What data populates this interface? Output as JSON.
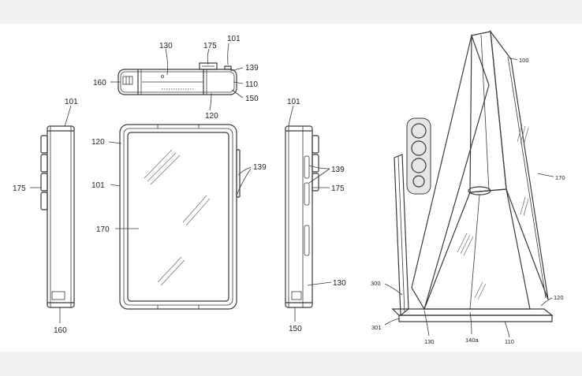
{
  "colors": {
    "band": "#f1f1f1",
    "line": "#3a3a3a",
    "background": "#ffffff"
  },
  "labels": {
    "top_130": "130",
    "top_175": "175",
    "top_101": "101",
    "top_139": "139",
    "top_160": "160",
    "top_110": "110",
    "top_150": "150",
    "top_120": "120",
    "left_101": "101",
    "left_175": "175",
    "left_160": "160",
    "front_120": "120",
    "front_101": "101",
    "front_170": "170",
    "front_139": "139",
    "right_101": "101",
    "right_139": "139",
    "right_175": "175",
    "right_130": "130",
    "right_150": "150",
    "persp_100": "100",
    "persp_170": "170",
    "persp_300": "300",
    "persp_120": "120",
    "persp_301": "301",
    "persp_130": "130",
    "persp_140a": "140a",
    "persp_110": "110"
  }
}
